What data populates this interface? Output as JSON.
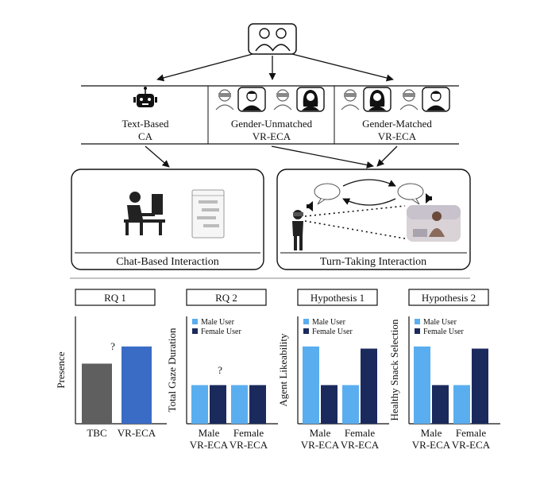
{
  "conditions": [
    {
      "line1": "Text-Based",
      "line2": "CA"
    },
    {
      "line1": "Gender-Unmatched",
      "line2": "VR-ECA"
    },
    {
      "line1": "Gender-Matched",
      "line2": "VR-ECA"
    }
  ],
  "interaction_boxes": {
    "chat": "Chat-Based Interaction",
    "turn": "Turn-Taking Interaction"
  },
  "panels": [
    {
      "title": "RQ 1",
      "ylabel": "Presence",
      "legend": [],
      "xlabels": [
        "TBC",
        "VR-ECA"
      ],
      "question_mark": "?"
    },
    {
      "title": "RQ 2",
      "ylabel": "Total Gaze Duration",
      "legend": [
        "Male User",
        "Female User"
      ],
      "xlabels": [
        "Male\nVR-ECA",
        "Female\nVR-ECA"
      ],
      "question_mark": "?"
    },
    {
      "title": "Hypothesis 1",
      "ylabel": "Agent Likeability",
      "legend": [
        "Male User",
        "Female User"
      ],
      "xlabels": [
        "Male\nVR-ECA",
        "Female\nVR-ECA"
      ]
    },
    {
      "title": "Hypothesis 2",
      "ylabel": "Healthy Snack Selection",
      "legend": [
        "Male User",
        "Female User"
      ],
      "xlabels": [
        "Male\nVR-ECA",
        "Female\nVR-ECA"
      ]
    }
  ],
  "colors": {
    "grey": "#5f5f5f",
    "blue": "#3a6cc6",
    "light_blue": "#5aaeef",
    "navy": "#1b2a5c"
  },
  "chart_data": [
    {
      "type": "bar",
      "title": "RQ 1",
      "ylabel": "Presence",
      "categories": [
        "TBC",
        "VR-ECA"
      ],
      "values": [
        0.56,
        0.72
      ],
      "ylim": [
        0,
        1
      ]
    },
    {
      "type": "bar",
      "title": "RQ 2",
      "ylabel": "Total Gaze Duration",
      "categories": [
        "Male VR-ECA",
        "Female VR-ECA"
      ],
      "series": [
        {
          "name": "Male User",
          "values": [
            0.36,
            0.36
          ]
        },
        {
          "name": "Female User",
          "values": [
            0.36,
            0.36
          ]
        }
      ],
      "ylim": [
        0,
        1
      ]
    },
    {
      "type": "bar",
      "title": "Hypothesis 1",
      "ylabel": "Agent Likeability",
      "categories": [
        "Male VR-ECA",
        "Female VR-ECA"
      ],
      "series": [
        {
          "name": "Male User",
          "values": [
            0.72,
            0.36
          ]
        },
        {
          "name": "Female User",
          "values": [
            0.36,
            0.7
          ]
        }
      ],
      "ylim": [
        0,
        1
      ]
    },
    {
      "type": "bar",
      "title": "Hypothesis 2",
      "ylabel": "Healthy Snack Selection",
      "categories": [
        "Male VR-ECA",
        "Female VR-ECA"
      ],
      "series": [
        {
          "name": "Male User",
          "values": [
            0.72,
            0.36
          ]
        },
        {
          "name": "Female User",
          "values": [
            0.36,
            0.7
          ]
        }
      ],
      "ylim": [
        0,
        1
      ]
    }
  ]
}
